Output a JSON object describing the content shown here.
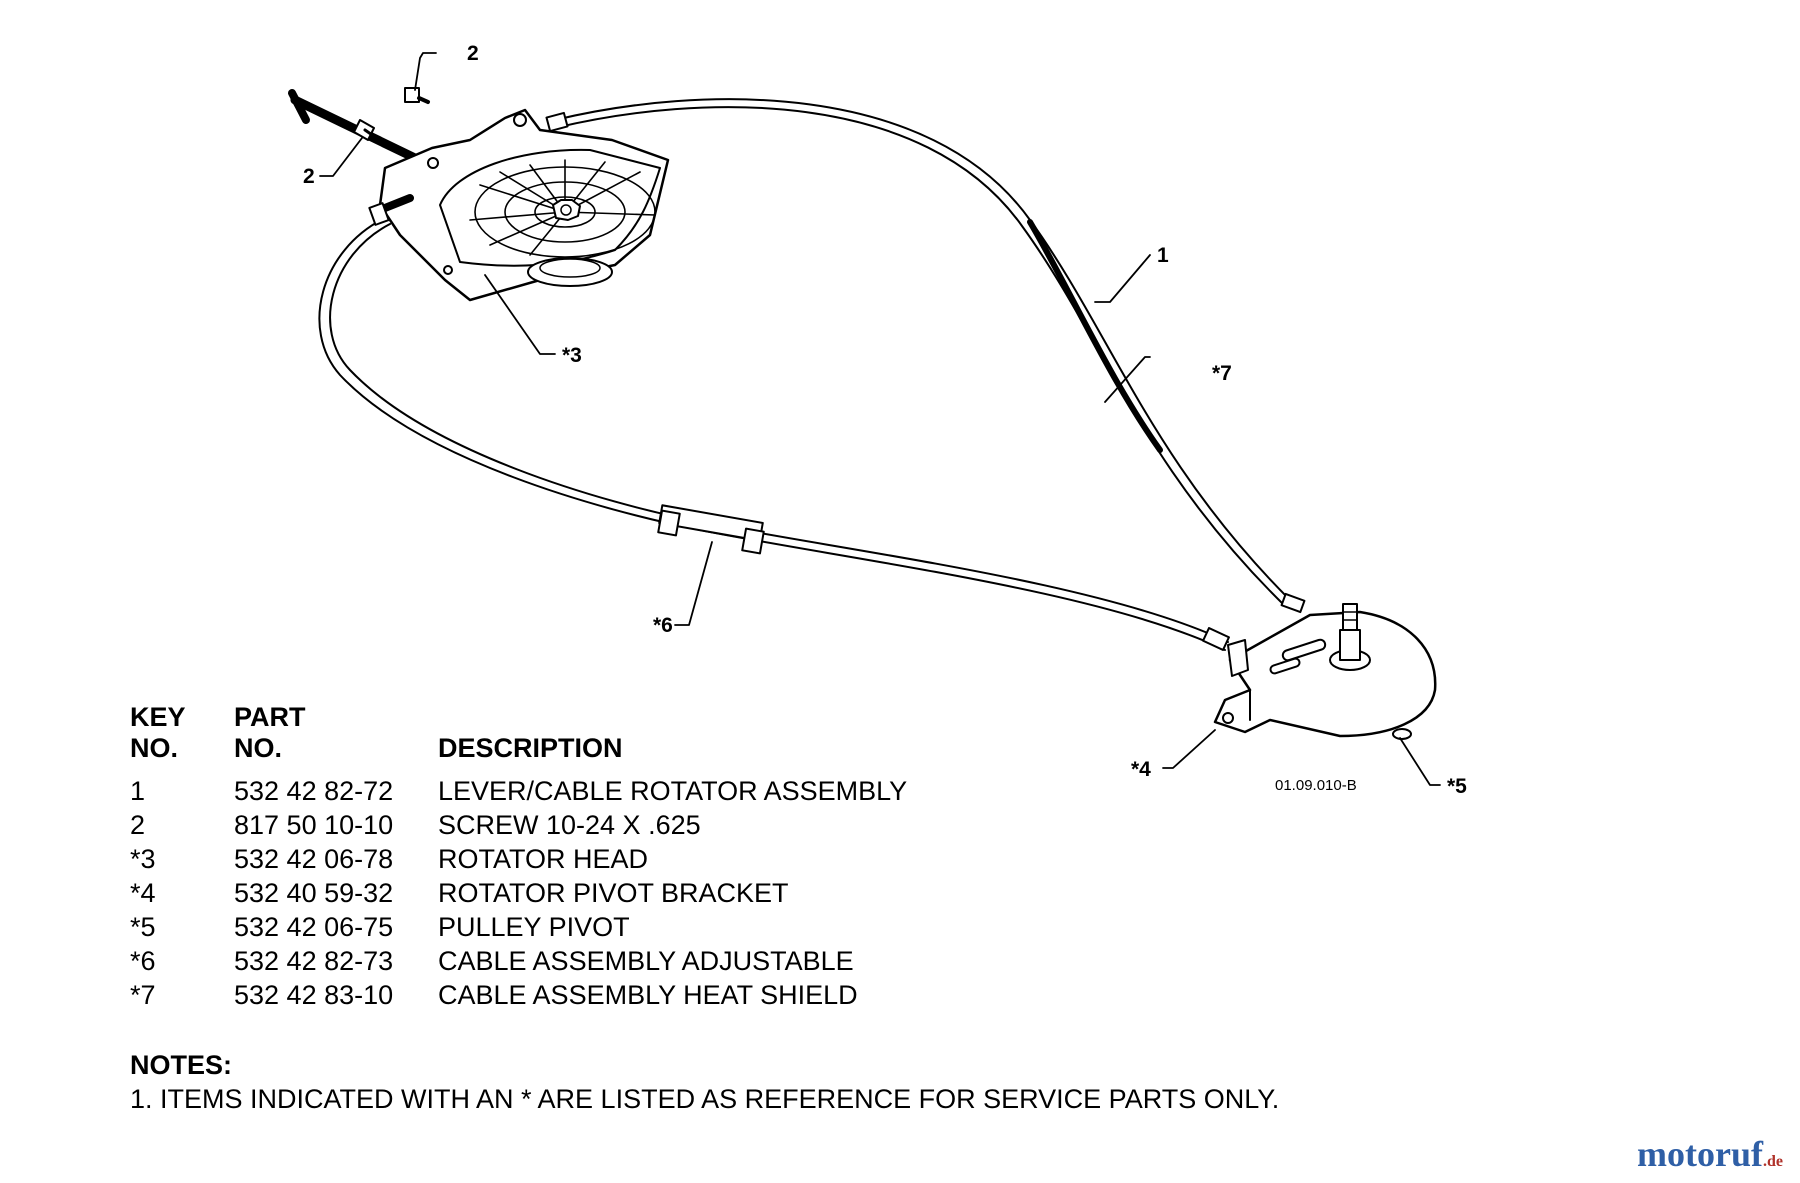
{
  "callouts": {
    "c1": "1",
    "c2a": "2",
    "c2b": "2",
    "c3": "*3",
    "c4": "*4",
    "c5": "*5",
    "c6": "*6",
    "c7": "*7"
  },
  "drawing_id": "01.09.010-B",
  "table": {
    "headers": {
      "key_line1": "KEY",
      "key_line2": "NO.",
      "part_line1": "PART",
      "part_line2": "NO.",
      "description": "DESCRIPTION"
    },
    "rows": [
      {
        "key": "1",
        "part": "532 42 82-72",
        "description": "LEVER/CABLE ROTATOR ASSEMBLY"
      },
      {
        "key": "2",
        "part": "817 50 10-10",
        "description": "SCREW 10-24 X .625"
      },
      {
        "key": "*3",
        "part": "532 42 06-78",
        "description": "ROTATOR HEAD"
      },
      {
        "key": "*4",
        "part": "532 40 59-32",
        "description": "ROTATOR PIVOT BRACKET"
      },
      {
        "key": "*5",
        "part": "532 42 06-75",
        "description": "PULLEY PIVOT"
      },
      {
        "key": "*6",
        "part": "532 42 82-73",
        "description": "CABLE ASSEMBLY ADJUSTABLE"
      },
      {
        "key": "*7",
        "part": "532 42 83-10",
        "description": "CABLE ASSEMBLY HEAT SHIELD"
      }
    ]
  },
  "notes": {
    "title": "NOTES:",
    "items": [
      "1. ITEMS INDICATED WITH AN * ARE LISTED AS REFERENCE FOR SERVICE PARTS ONLY."
    ]
  },
  "watermark": {
    "main": "motoruf",
    "suffix": ".de"
  },
  "colors": {
    "line": "#000000",
    "background": "#ffffff",
    "brand_main": "#2f5fa6",
    "brand_suffix": "#b0322a"
  }
}
